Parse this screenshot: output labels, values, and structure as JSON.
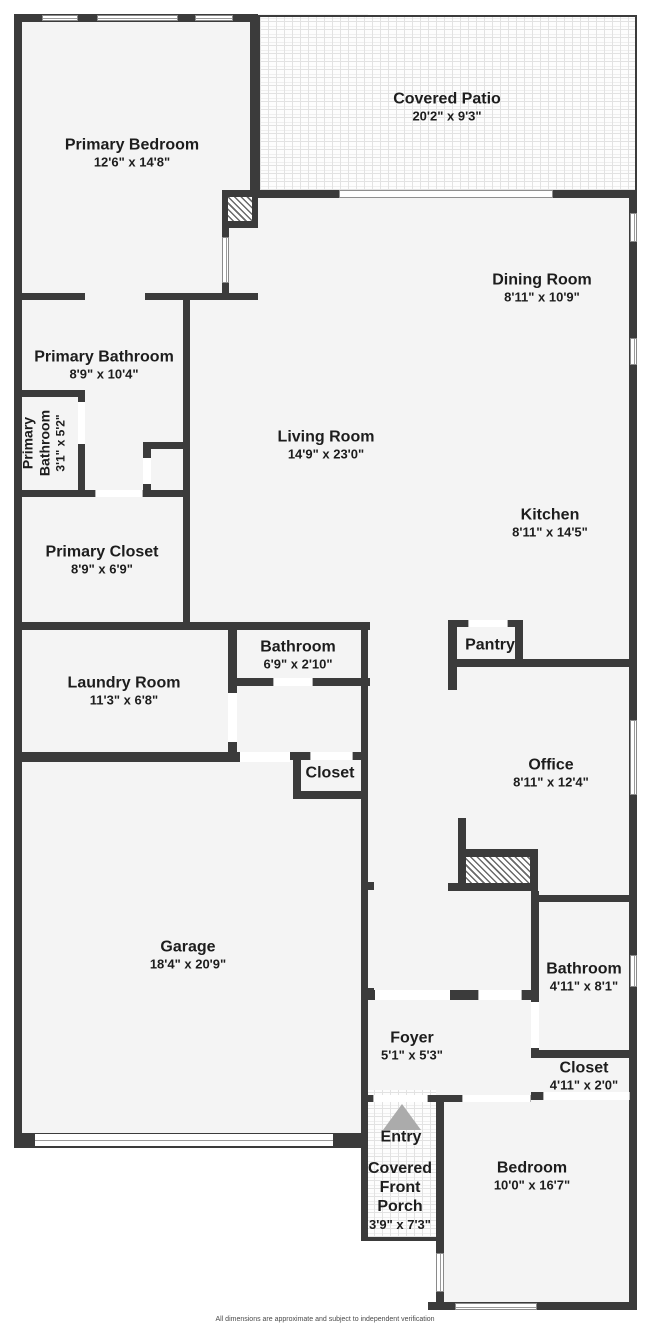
{
  "colors": {
    "wall": "#3b3b3b",
    "room_fill": "#f4f4f4",
    "patio_tile_line": "#e2e2e2",
    "label_text": "#1d1d1d",
    "entry_arrow": "#ababab"
  },
  "rooms": {
    "covered_patio": {
      "name": "Covered Patio",
      "dims": "20'2\" x 9'3\""
    },
    "primary_bedroom": {
      "name": "Primary Bedroom",
      "dims": "12'6\" x 14'8\""
    },
    "dining_room": {
      "name": "Dining Room",
      "dims": "8'11\" x 10'9\""
    },
    "primary_bathroom": {
      "name": "Primary Bathroom",
      "dims": "8'9\" x 10'4\""
    },
    "primary_bathroom_wc": {
      "name": "Primary Bathroom",
      "dims": "3'1\" x 5'2\""
    },
    "living_room": {
      "name": "Living Room",
      "dims": "14'9\" x 23'0\""
    },
    "kitchen": {
      "name": "Kitchen",
      "dims": "8'11\" x 14'5\""
    },
    "primary_closet": {
      "name": "Primary Closet",
      "dims": "8'9\" x 6'9\""
    },
    "bathroom_main": {
      "name": "Bathroom",
      "dims": "6'9\" x 2'10\""
    },
    "pantry": {
      "name": "Pantry"
    },
    "laundry_room": {
      "name": "Laundry Room",
      "dims": "11'3\" x 6'8\""
    },
    "closet_hall": {
      "name": "Closet"
    },
    "office": {
      "name": "Office",
      "dims": "8'11\" x 12'4\""
    },
    "garage": {
      "name": "Garage",
      "dims": "18'4\" x 20'9\""
    },
    "bathroom_2": {
      "name": "Bathroom",
      "dims": "4'11\" x 8'1\""
    },
    "closet_2": {
      "name": "Closet",
      "dims": "4'11\" x 2'0\""
    },
    "foyer": {
      "name": "Foyer",
      "dims": "5'1\" x 5'3\""
    },
    "entry": {
      "name": "Entry"
    },
    "covered_front_porch": {
      "name": "Covered Front Porch",
      "dims": "3'9\" x 7'3\""
    },
    "bedroom": {
      "name": "Bedroom",
      "dims": "10'0\" x 16'7\""
    }
  },
  "footer": {
    "disclaimer": "All dimensions are approximate and subject to independent verification"
  }
}
